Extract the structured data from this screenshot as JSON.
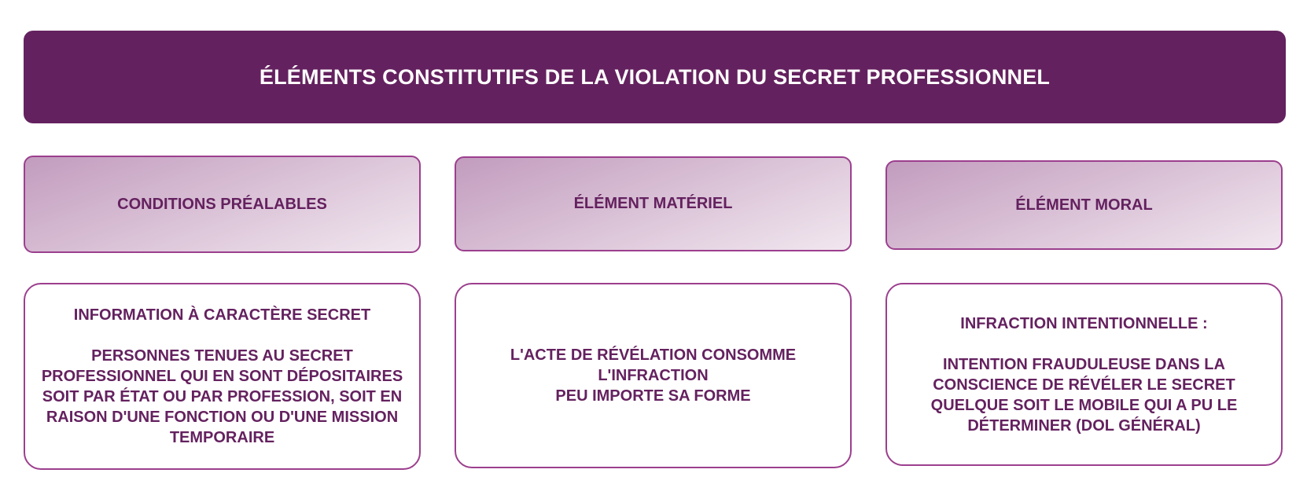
{
  "title": "ÉLÉMENTS CONSTITUTIFS DE LA VIOLATION DU SECRET PROFESSIONNEL",
  "columns": [
    {
      "header": "CONDITIONS PRÉALABLES",
      "lines": [
        "INFORMATION À CARACTÈRE SECRET",
        "PERSONNES TENUES AU SECRET\nPROFESSIONNEL QUI EN SONT DÉPOSITAIRES\nSOIT PAR ÉTAT OU PAR PROFESSION, SOIT EN\nRAISON D'UNE FONCTION OU D'UNE MISSION\nTEMPORAIRE"
      ]
    },
    {
      "header": "ÉLÉMENT MATÉRIEL",
      "lines": [
        "L'ACTE DE RÉVÉLATION CONSOMME\nL'INFRACTION\nPEU IMPORTE SA FORME"
      ]
    },
    {
      "header": "ÉLÉMENT MORAL",
      "lines": [
        "INFRACTION INTENTIONNELLE :",
        "INTENTION FRAUDULEUSE DANS LA\nCONSCIENCE DE RÉVÉLER LE SECRET\nQUELQUE SOIT LE MOBILE QUI A PU LE\nDÉTERMINER (DOL GÉNÉRAL)"
      ]
    }
  ],
  "colors": {
    "title_bg": "#64215f",
    "accent": "#9c3f8e",
    "text": "#64215f"
  }
}
